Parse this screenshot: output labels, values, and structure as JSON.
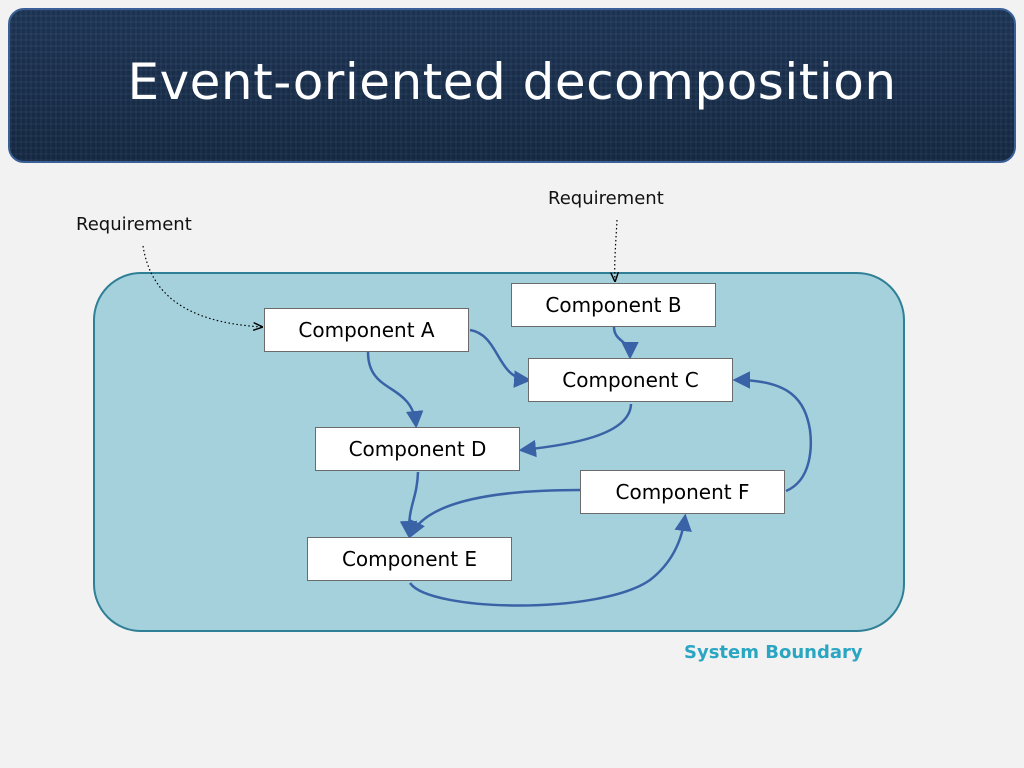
{
  "title": "Event-oriented decomposition",
  "requirements": [
    {
      "id": "req-a",
      "label": "Requirement"
    },
    {
      "id": "req-b",
      "label": "Requirement"
    }
  ],
  "components": {
    "a": "Component A",
    "b": "Component B",
    "c": "Component C",
    "d": "Component D",
    "e": "Component E",
    "f": "Component F"
  },
  "boundary_label": "System Boundary",
  "edges": [
    {
      "from": "a",
      "to": "c"
    },
    {
      "from": "a",
      "to": "d"
    },
    {
      "from": "b",
      "to": "c"
    },
    {
      "from": "c",
      "to": "d"
    },
    {
      "from": "d",
      "to": "e"
    },
    {
      "from": "f",
      "to": "e"
    },
    {
      "from": "e",
      "to": "f"
    },
    {
      "from": "f",
      "to": "c"
    }
  ],
  "requirement_edges": [
    {
      "from": "req-a",
      "to": "a"
    },
    {
      "from": "req-b",
      "to": "b"
    }
  ],
  "colors": {
    "edge": "#3a62a6",
    "boundary_fill": "#a5d1dd",
    "boundary_text": "#2aa6c2",
    "title_bg": "#1f3859"
  }
}
